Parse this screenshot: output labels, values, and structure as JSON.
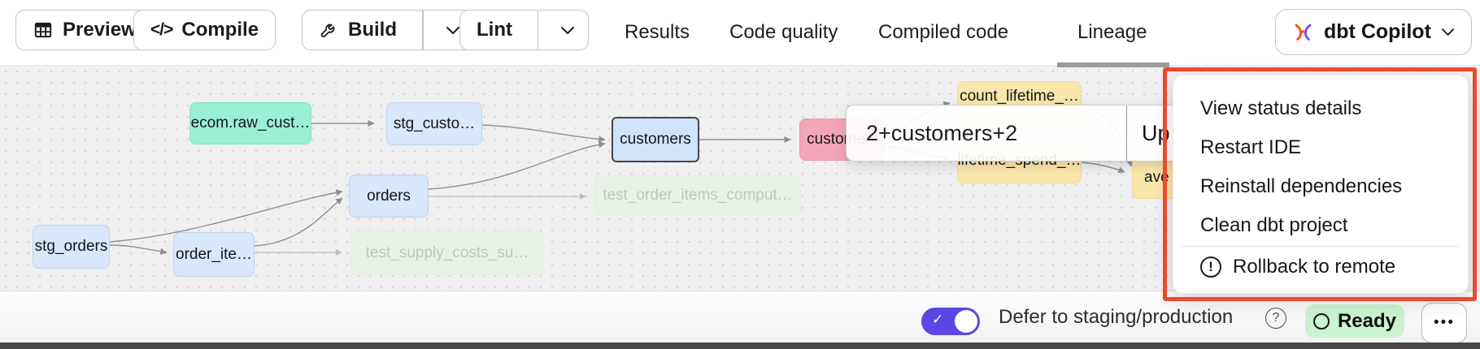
{
  "header": {
    "buttons": {
      "preview": "Preview",
      "compile": "Compile",
      "build": "Build",
      "lint": "Lint"
    },
    "compile_icon_glyph": "</>",
    "tabs": [
      {
        "label": "Results",
        "active": false
      },
      {
        "label": "Code quality",
        "active": false
      },
      {
        "label": "Compiled code",
        "active": false
      },
      {
        "label": "Lineage",
        "active": true
      }
    ],
    "copilot_label": "dbt Copilot"
  },
  "context_menu": {
    "items": [
      "View status details",
      "Restart IDE",
      "Reinstall dependencies",
      "Clean dbt project"
    ],
    "warning_item": "Rollback to remote",
    "warning_glyph": "!"
  },
  "lineage": {
    "selector_value": "2+customers+2",
    "update_button_visible_text": "Up",
    "nodes": [
      {
        "label": "ecom.raw_cust…",
        "type": "source"
      },
      {
        "label": "stg_custo…",
        "type": "model"
      },
      {
        "label": "customers",
        "type": "model-selected"
      },
      {
        "label": "orders",
        "type": "model"
      },
      {
        "label": "stg_orders",
        "type": "model"
      },
      {
        "label": "order_ite…",
        "type": "model"
      },
      {
        "label": "test_order_items_comput…",
        "type": "test-faded"
      },
      {
        "label": "test_supply_costs_su…",
        "type": "test-faded"
      },
      {
        "label": "customers",
        "type": "highlighted"
      },
      {
        "label": "count_lifetime_…",
        "type": "downstream"
      },
      {
        "label": "lifetime_spend_…",
        "type": "downstream"
      },
      {
        "label": "ave",
        "type": "downstream-partial"
      }
    ]
  },
  "status_bar": {
    "defer_label": "Defer to staging/production",
    "help_glyph": "?",
    "toggle_on": true,
    "ready_label": "Ready",
    "more_glyph": "•••"
  },
  "colors": {
    "accent_toggle": "#5a47e6",
    "ready_green": "#c9f3d1",
    "annotation_red": "#e84b2d",
    "node_source_teal": "#99f0d5",
    "node_model_blue": "#d8e7fa",
    "node_highlight_pink": "#f3a6ba",
    "node_downstream_yellow": "#f9e7ab",
    "node_test_green": "#e9f2e6"
  }
}
